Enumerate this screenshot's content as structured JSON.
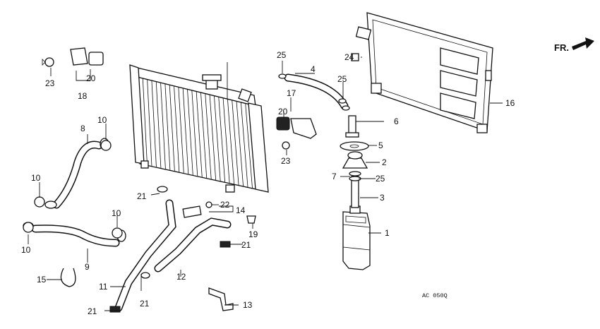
{
  "diagram": {
    "direction_label": "FR.",
    "catalog_code": "AC 050Q",
    "callouts": {
      "c1": "1",
      "c2": "2",
      "c3": "3",
      "c4": "4",
      "c5": "5",
      "c6": "6",
      "c7": "7",
      "c8": "8",
      "c9": "9",
      "c10a": "10",
      "c10b": "10",
      "c10c": "10",
      "c10d": "10",
      "c11": "11",
      "c12": "12",
      "c13": "13",
      "c14": "14",
      "c15": "15",
      "c16": "16",
      "c17": "17",
      "c18": "18",
      "c19": "19",
      "c20a": "20",
      "c20b": "20",
      "c21a": "21",
      "c21b": "21",
      "c21c": "21",
      "c21d": "21",
      "c22": "22",
      "c23a": "23",
      "c23b": "23",
      "c24": "24",
      "c25a": "25",
      "c25b": "25",
      "c25c": "25"
    }
  }
}
